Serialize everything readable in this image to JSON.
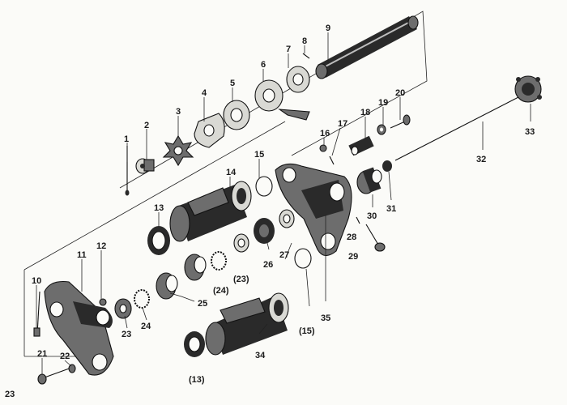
{
  "figure_number": "23",
  "callouts": [
    {
      "id": "c1",
      "text": "1"
    },
    {
      "id": "c2",
      "text": "2"
    },
    {
      "id": "c3",
      "text": "3"
    },
    {
      "id": "c4",
      "text": "4"
    },
    {
      "id": "c5",
      "text": "5"
    },
    {
      "id": "c6",
      "text": "6"
    },
    {
      "id": "c7",
      "text": "7"
    },
    {
      "id": "c8",
      "text": "8"
    },
    {
      "id": "c9",
      "text": "9"
    },
    {
      "id": "c10",
      "text": "10"
    },
    {
      "id": "c11",
      "text": "11"
    },
    {
      "id": "c12",
      "text": "12"
    },
    {
      "id": "c13",
      "text": "13"
    },
    {
      "id": "c13b",
      "text": "(13)"
    },
    {
      "id": "c14",
      "text": "14"
    },
    {
      "id": "c15",
      "text": "15"
    },
    {
      "id": "c15b",
      "text": "(15)"
    },
    {
      "id": "c16",
      "text": "16"
    },
    {
      "id": "c17",
      "text": "17"
    },
    {
      "id": "c18",
      "text": "18"
    },
    {
      "id": "c19",
      "text": "19"
    },
    {
      "id": "c20",
      "text": "20"
    },
    {
      "id": "c21",
      "text": "21"
    },
    {
      "id": "c22",
      "text": "22"
    },
    {
      "id": "c23",
      "text": "23"
    },
    {
      "id": "c23b",
      "text": "(23)"
    },
    {
      "id": "c24",
      "text": "24"
    },
    {
      "id": "c24b",
      "text": "(24)"
    },
    {
      "id": "c25",
      "text": "25"
    },
    {
      "id": "c26",
      "text": "26"
    },
    {
      "id": "c27",
      "text": "27"
    },
    {
      "id": "c28",
      "text": "28"
    },
    {
      "id": "c29",
      "text": "29"
    },
    {
      "id": "c30",
      "text": "30"
    },
    {
      "id": "c31",
      "text": "31"
    },
    {
      "id": "c32",
      "text": "32"
    },
    {
      "id": "c33",
      "text": "33"
    },
    {
      "id": "c34",
      "text": "34"
    },
    {
      "id": "c35",
      "text": "35"
    }
  ]
}
